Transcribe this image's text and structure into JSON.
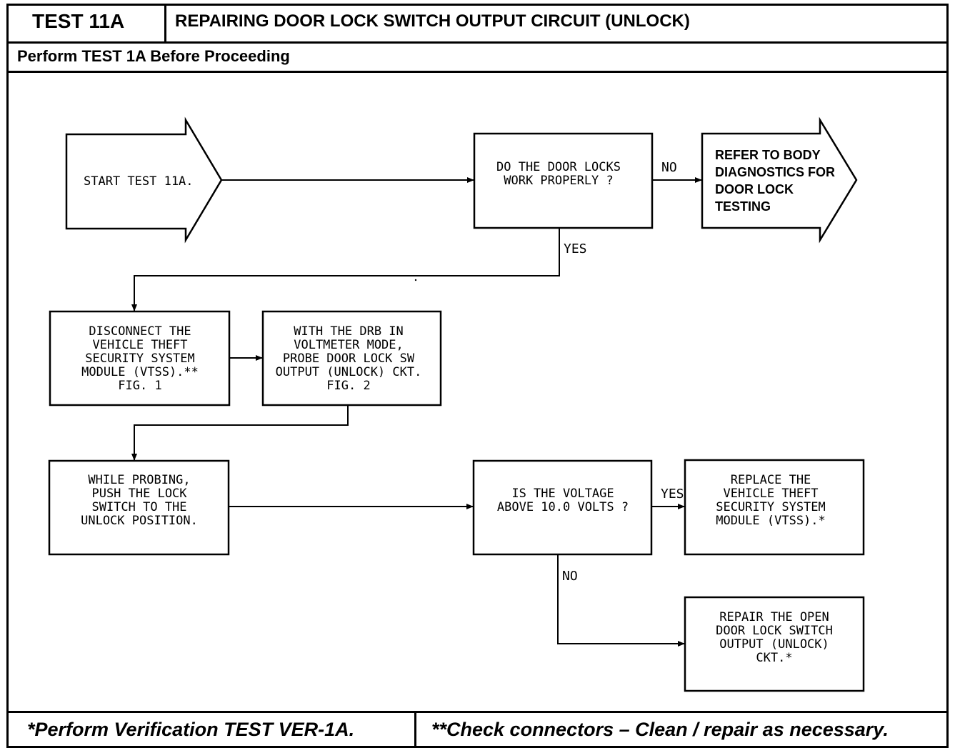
{
  "header": {
    "test_id": "TEST 11A",
    "title": "REPAIRING DOOR LOCK SWITCH OUTPUT CIRCUIT (UNLOCK)",
    "prerequisite": "Perform TEST 1A Before Proceeding"
  },
  "flow": {
    "start": "START TEST 11A.",
    "q_door_locks": [
      "DO THE DOOR LOCKS",
      "WORK PROPERLY ?"
    ],
    "refer_body": [
      "REFER TO BODY",
      "DIAGNOSTICS FOR",
      "DOOR LOCK",
      "TESTING"
    ],
    "disconnect": [
      "DISCONNECT THE",
      "VEHICLE THEFT",
      "SECURITY SYSTEM",
      "MODULE (VTSS).**",
      "FIG. 1"
    ],
    "probe": [
      "WITH THE DRB IN",
      "VOLTMETER MODE,",
      "PROBE DOOR LOCK SW",
      "OUTPUT (UNLOCK) CKT.",
      "FIG. 2"
    ],
    "push_switch": [
      "WHILE PROBING,",
      "PUSH THE LOCK",
      "SWITCH TO THE",
      "UNLOCK POSITION."
    ],
    "q_voltage": [
      "IS THE VOLTAGE",
      "ABOVE 10.0 VOLTS ?"
    ],
    "replace": [
      "REPLACE THE",
      "VEHICLE THEFT",
      "SECURITY SYSTEM",
      "MODULE (VTSS).*"
    ],
    "repair": [
      "REPAIR THE OPEN",
      "DOOR LOCK SWITCH",
      "OUTPUT (UNLOCK)",
      "CKT.*"
    ],
    "labels": {
      "no1": "NO",
      "yes1": "YES",
      "yes2": "YES",
      "no2": "NO"
    }
  },
  "footer": {
    "note_left": "*Perform Verification TEST VER-1A.",
    "note_right": "**Check connectors – Clean / repair as necessary."
  }
}
